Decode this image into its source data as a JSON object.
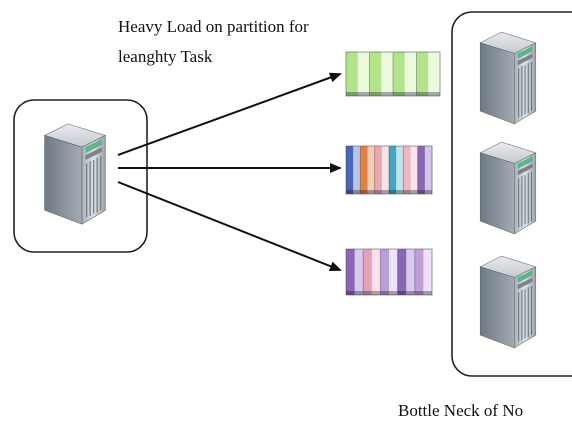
{
  "heading": {
    "line1": "Heavy Load on partition for",
    "line2": "leanghty Task"
  },
  "footer": {
    "caption": "Bottle Neck of No"
  },
  "icons": {
    "source_server": "server-tower-icon",
    "node_server": "server-tower-icon"
  },
  "colors": {
    "box_border": "#222222",
    "arrow": "#111111",
    "queue_green": "#a9dc7e",
    "queue_blue": "#5f7fc2",
    "queue_orange": "#e8894a",
    "queue_pink": "#f1c2c5",
    "queue_teal": "#4aa7bf",
    "queue_purple": "#8d6bb0"
  },
  "queues": [
    {
      "name": "green-partition",
      "stripes": [
        "#b3e48a",
        "#ecf9dd",
        "#b3e48a",
        "#ecf9dd",
        "#b3e48a",
        "#ecf9dd",
        "#b3e48a",
        "#ecf9dd"
      ]
    },
    {
      "name": "mixed-partition",
      "stripes": [
        "#4a66b8",
        "#b7c7ec",
        "#e37f3f",
        "#f6cdb0",
        "#e9a9b0",
        "#fbe3e5",
        "#45a6c0",
        "#bfe4ee",
        "#f0b6c0",
        "#fbe4e8",
        "#8a66b4",
        "#d6c4ea"
      ]
    },
    {
      "name": "purple-partition",
      "stripes": [
        "#8a66b4",
        "#d9c8ee",
        "#e3a3b5",
        "#fbe2e8",
        "#b5a0d8",
        "#ece3f7",
        "#8a66b4",
        "#d9c8ee",
        "#c09fd6",
        "#eee0f7"
      ]
    }
  ]
}
